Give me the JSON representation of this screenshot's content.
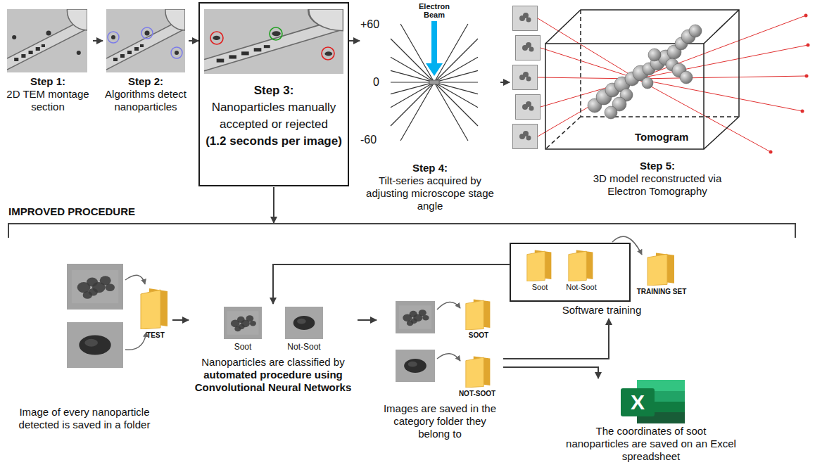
{
  "diagram": {
    "nodes": [
      {
        "text": [
          "Step 1:",
          "2D TEM montage section"
        ]
      },
      {
        "text": [
          "Step 2:",
          "Algorithms detect nanoparticles"
        ]
      },
      {
        "text": [
          "Step 3:",
          "Nanoparticles manually accepted or rejected",
          "(1.2 seconds per image)"
        ]
      },
      {
        "text": [
          "Step 4:",
          "Tilt-series acquired by adjusting microscope stage angle"
        ]
      },
      {
        "text": [
          "Step 5:",
          "3D model reconstructed via Electron Tomography"
        ]
      },
      {
        "text": [
          "Image of every nanoparticle detected is saved in a folder"
        ]
      },
      {
        "text": [
          "Nanoparticles are classified by",
          "automated procedure using Convolutional Neural Networks"
        ]
      },
      {
        "text": [
          "Images are saved in the category folder they belong to"
        ]
      },
      {
        "text": [
          "Software training"
        ]
      },
      {
        "text": [
          "The coordinates of soot nanoparticles are saved on an Excel spreadsheet"
        ]
      }
    ],
    "edges": [
      {
        "from": 0,
        "to": 1,
        "arrow": "to"
      },
      {
        "from": 1,
        "to": 2,
        "arrow": "to"
      },
      {
        "from": 2,
        "to": 3,
        "arrow": "to"
      },
      {
        "from": 3,
        "to": 4,
        "arrow": "to"
      },
      {
        "from": 5,
        "to": 6,
        "arrow": "to"
      },
      {
        "from": 6,
        "to": 7,
        "arrow": "to"
      },
      {
        "from": 7,
        "to": 8,
        "arrow": "to"
      },
      {
        "from": 7,
        "to": 9,
        "arrow": "to"
      },
      {
        "from": 8,
        "to": 6,
        "arrow": "to"
      }
    ],
    "labels": [
      "Electron Beam",
      "+60",
      "0",
      "-60",
      "Tomogram",
      "IMPROVED PROCEDURE",
      "TEST",
      "Soot",
      "Not-Soot",
      "SOOT",
      "NOT-SOOT",
      "Soot",
      "Not-Soot",
      "TRAINING SET",
      "X"
    ]
  }
}
